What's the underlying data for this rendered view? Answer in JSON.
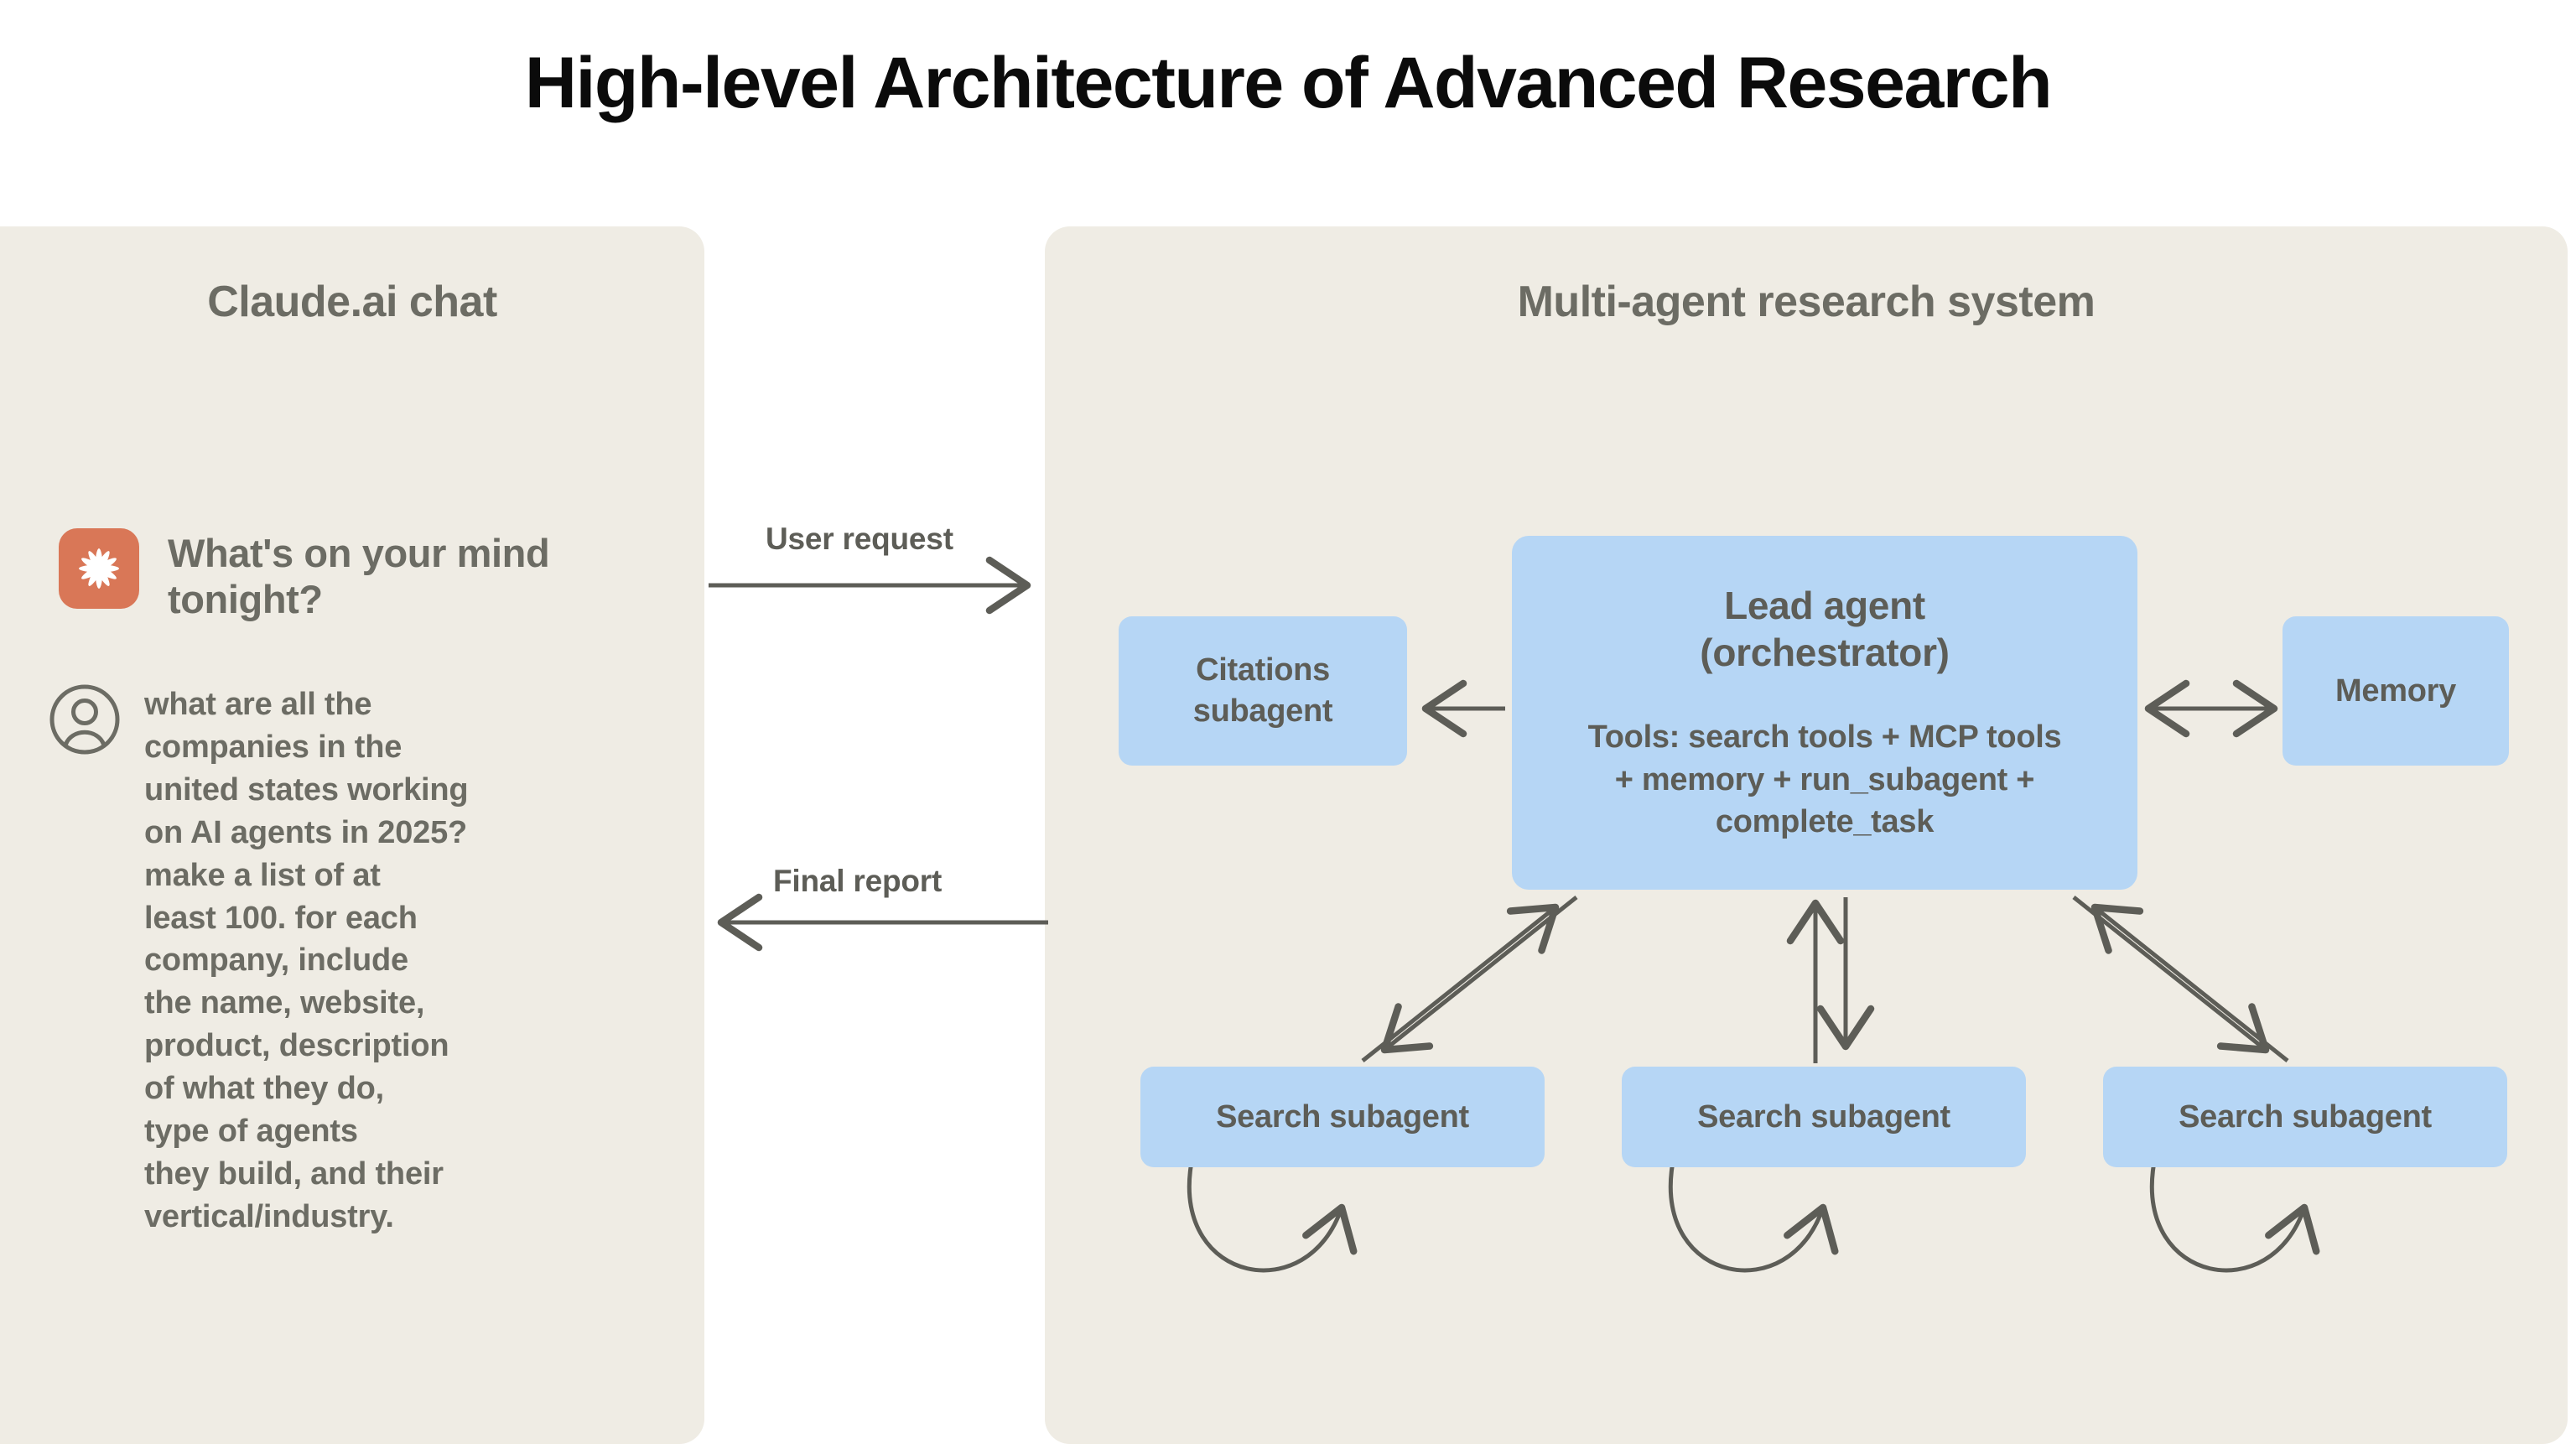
{
  "title": "High-level Architecture of Advanced Research",
  "colors": {
    "page_background": "#ffffff",
    "panel_background": "#efece4",
    "node_fill": "#b6d6f5",
    "text_gray": "#5d5d57",
    "heading_gray": "#6c6c64",
    "title_black": "#0b0b0b",
    "claude_logo_orange": "#d97757",
    "arrow_stroke": "#5d5d57"
  },
  "left_panel": {
    "title": "Claude.ai chat",
    "logo_icon": "claude-starburst-icon",
    "greeting": "What's on your\nmind tonight?",
    "avatar_icon": "user-avatar-icon",
    "user_message": "what are all the\ncompanies in the\nunited states working\non AI agents in 2025?\nmake a list of at\nleast 100. for each\ncompany, include\nthe name, website,\nproduct, description\nof what they do,\ntype of agents\nthey build, and their\nvertical/industry."
  },
  "connectors": {
    "user_request": "User request",
    "final_report": "Final report"
  },
  "right_panel": {
    "title": "Multi-agent research system",
    "nodes": {
      "lead_agent": {
        "title": "Lead agent\n(orchestrator)",
        "tools": "Tools: search tools + MCP tools\n+ memory + run_subagent +\ncomplete_task"
      },
      "citations": "Citations\nsubagent",
      "memory": "Memory",
      "search_subagents": [
        "Search subagent",
        "Search subagent",
        "Search subagent"
      ]
    }
  }
}
